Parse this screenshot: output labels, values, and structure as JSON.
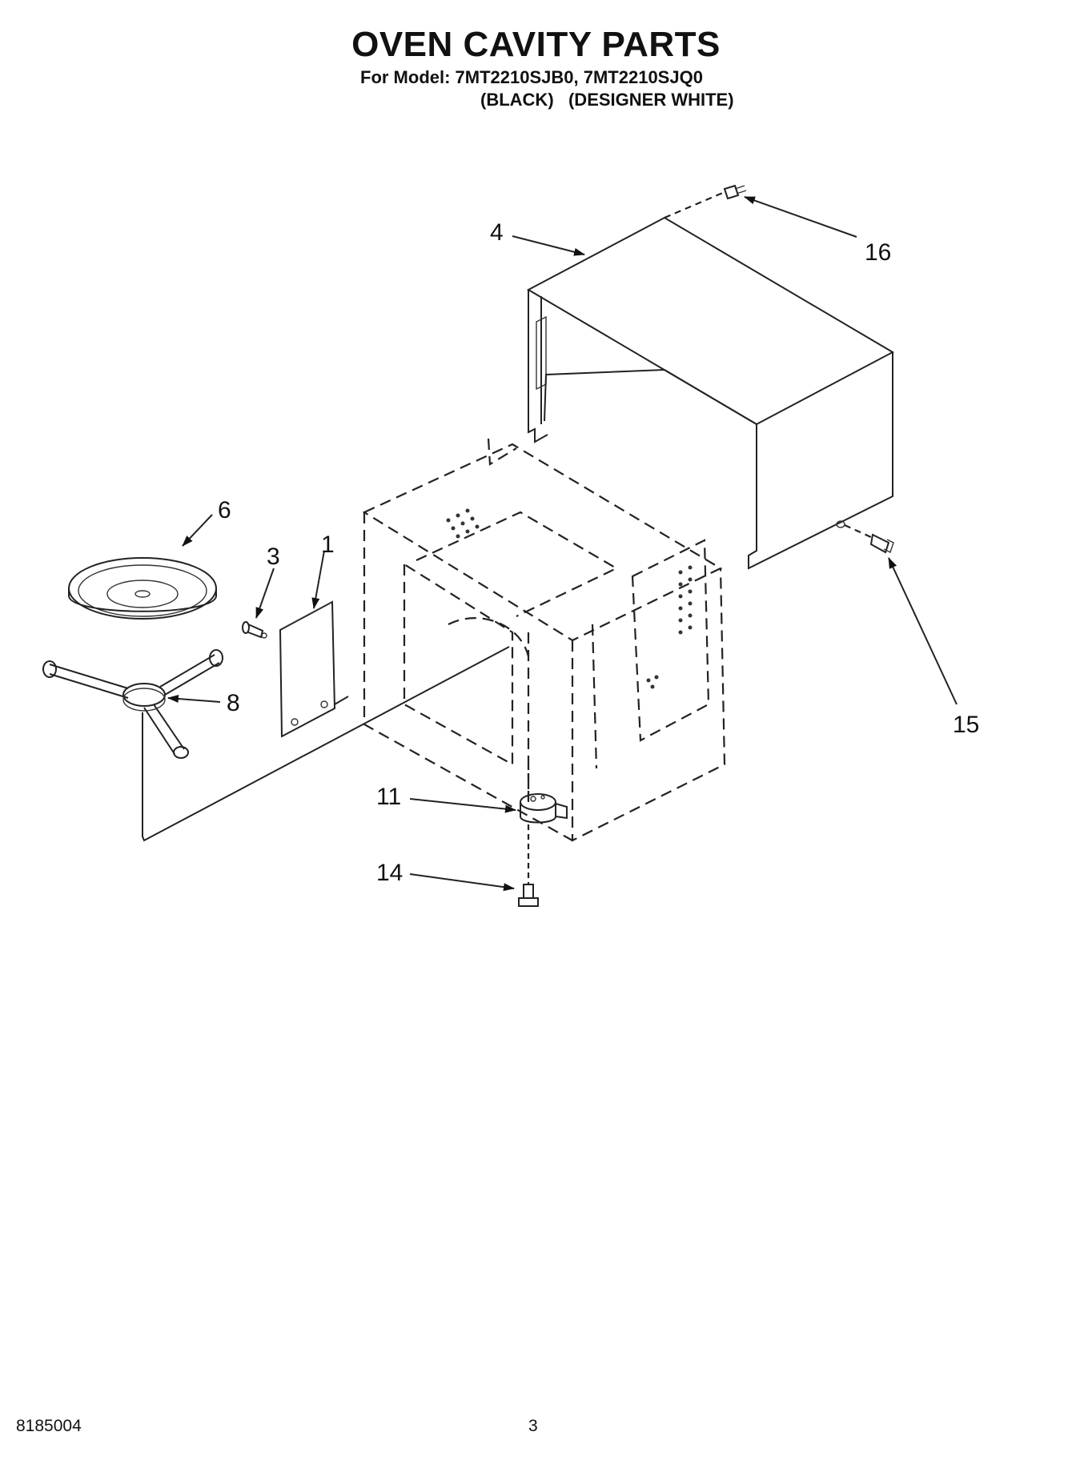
{
  "page": {
    "title": "OVEN CAVITY PARTS",
    "model_line": "For Model: 7MT2210SJB0, 7MT2210SJQ0",
    "color_line": "(BLACK)   (DESIGNER WHITE)",
    "doc_number": "8185004",
    "page_number": "3"
  },
  "callouts": {
    "c1": "1",
    "c3": "3",
    "c4": "4",
    "c6": "6",
    "c8": "8",
    "c11": "11",
    "c14": "14",
    "c15": "15",
    "c16": "16"
  }
}
